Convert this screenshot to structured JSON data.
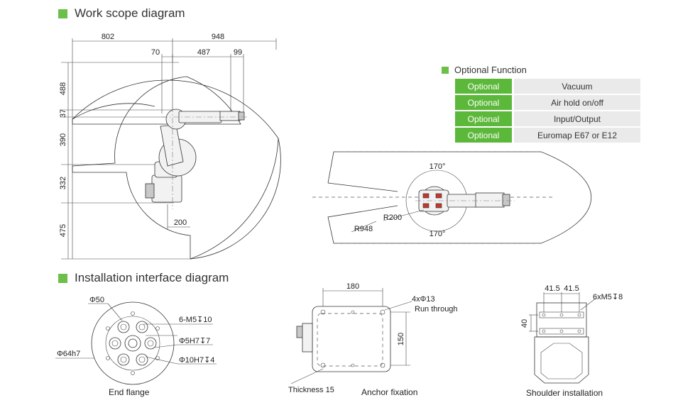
{
  "sections": {
    "work_scope": "Work scope diagram",
    "installation": "Installation interface diagram"
  },
  "optional_function": {
    "title": "Optional Function",
    "rows": [
      {
        "key": "Optional",
        "value": "Vacuum"
      },
      {
        "key": "Optional",
        "value": "Air hold on/off"
      },
      {
        "key": "Optional",
        "value": "Input/Output"
      },
      {
        "key": "Optional",
        "value": "Euromap E67 or E12"
      }
    ]
  },
  "side_view_dims": {
    "top_left": "802",
    "top_right": "948",
    "d70": "70",
    "d487": "487",
    "d99": "99",
    "v488": "488",
    "v37": "37",
    "v390": "390",
    "v332": "332",
    "v475": "475",
    "d200": "200"
  },
  "top_view_dims": {
    "angle_top": "170°",
    "angle_bottom": "170°",
    "r200": "R200",
    "r948": "R948"
  },
  "end_flange": {
    "caption": "End flange",
    "phi50": "Φ50",
    "m5": "6-M5↧10",
    "h7_5": "Φ5H7↧7",
    "h7_10": "Φ10H7↧4",
    "phi64": "Φ64h7"
  },
  "anchor": {
    "caption": "Anchor fixation",
    "d180": "180",
    "d150": "150",
    "holes": "4xΦ13",
    "run": "Run through",
    "thickness": "Thickness 15"
  },
  "shoulder": {
    "caption": "Shoulder installation",
    "d415a": "41.5",
    "d415b": "41.5",
    "screws": "6xM5↧8",
    "d40": "40"
  }
}
